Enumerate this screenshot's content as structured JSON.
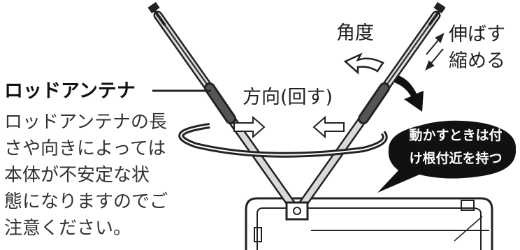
{
  "title": "ロッドアンテナ",
  "description": [
    "ロッドアンテナの長",
    "さや向きによっては",
    "本体が不安定な状",
    "態になりますのでご",
    "注意ください。"
  ],
  "labels": {
    "angle": "角度",
    "extend_retract": [
      "伸ばす",
      "縮める"
    ],
    "direction": "方向(回す)"
  },
  "callout": [
    "動かすときは付",
    "け根付近を持つ"
  ],
  "colors": {
    "ink": "#222222",
    "callout_bg": "#111111",
    "callout_text": "#ffffff",
    "rod_gray": "#bdbdbd"
  },
  "icons": [
    "rotation-arrow-icon",
    "angle-arrow-icon",
    "extend-arrow-icon",
    "retract-arrow-icon"
  ]
}
